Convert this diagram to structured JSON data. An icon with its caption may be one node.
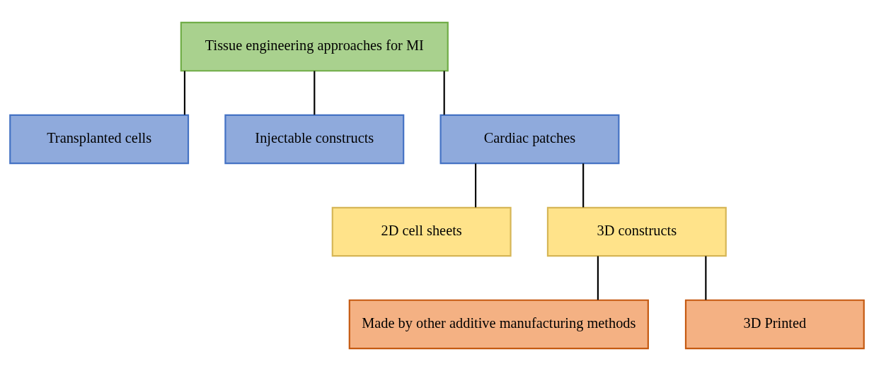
{
  "diagram": {
    "nodes": [
      {
        "text": [
          "Tissue engineering approaches for MI"
        ]
      },
      {
        "text": [
          "Transplanted cells"
        ]
      },
      {
        "text": [
          "Injectable constructs"
        ]
      },
      {
        "text": [
          "Cardiac patches"
        ]
      },
      {
        "text": [
          "2D cell sheets"
        ]
      },
      {
        "text": [
          "3D constructs"
        ]
      },
      {
        "text": [
          "Made by other additive manufacturing methods"
        ]
      },
      {
        "text": [
          "3D Printed"
        ]
      }
    ],
    "edges": [
      {
        "from": 0,
        "to": 1,
        "arrow": "none"
      },
      {
        "from": 0,
        "to": 2,
        "arrow": "none"
      },
      {
        "from": 0,
        "to": 3,
        "arrow": "none"
      },
      {
        "from": 3,
        "to": 4,
        "arrow": "none"
      },
      {
        "from": 3,
        "to": 5,
        "arrow": "none"
      },
      {
        "from": 5,
        "to": 6,
        "arrow": "none"
      },
      {
        "from": 5,
        "to": 7,
        "arrow": "none"
      }
    ]
  }
}
